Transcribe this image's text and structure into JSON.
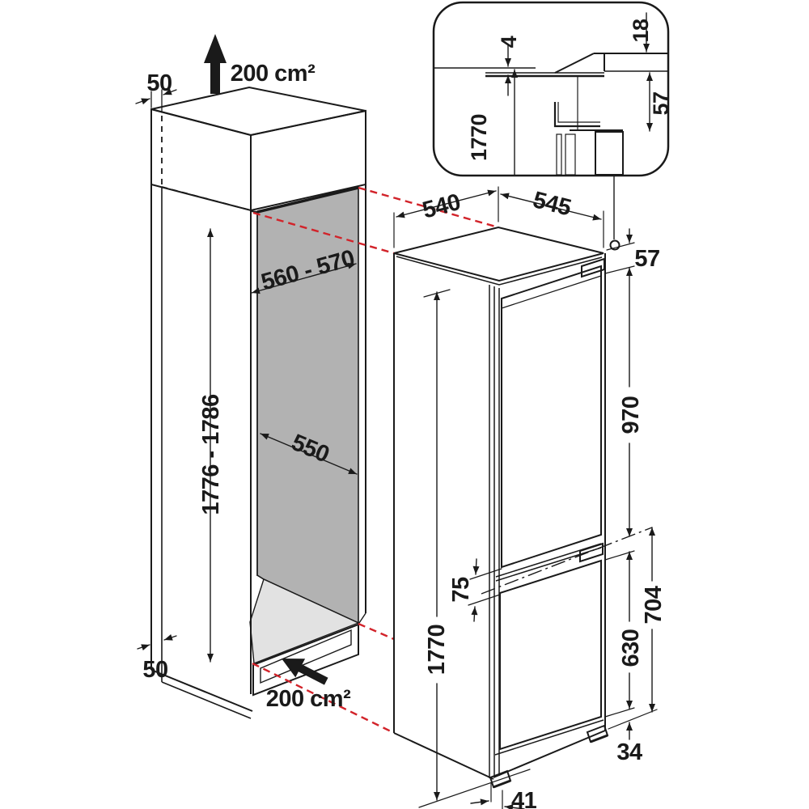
{
  "diagram": {
    "colors": {
      "line": "#1a1a1a",
      "projection_red": "#d2232a",
      "back_panel_gray": "#b2b2b2",
      "floor_gray": "#e2e2e2"
    },
    "niche": {
      "top_clearance": "50",
      "top_vent_area": "200 cm²",
      "width_range": "560 - 570",
      "depth": "550",
      "height_range": "1776 - 1786",
      "bottom_clearance": "50",
      "bottom_vent_area": "200 cm²"
    },
    "appliance": {
      "top_depth": "540",
      "total_depth": "545",
      "top_recess": "57",
      "upper_door_height": "970",
      "door_gap": "75",
      "height": "1770",
      "lower_door_height": "630",
      "lower_section_height": "704",
      "base_height": "34",
      "base_front_offset": "41"
    },
    "detail_inset": {
      "top_gap": "4",
      "worktop_overhang": "18",
      "worktop_recess": "57",
      "appliance_height": "1770"
    }
  }
}
